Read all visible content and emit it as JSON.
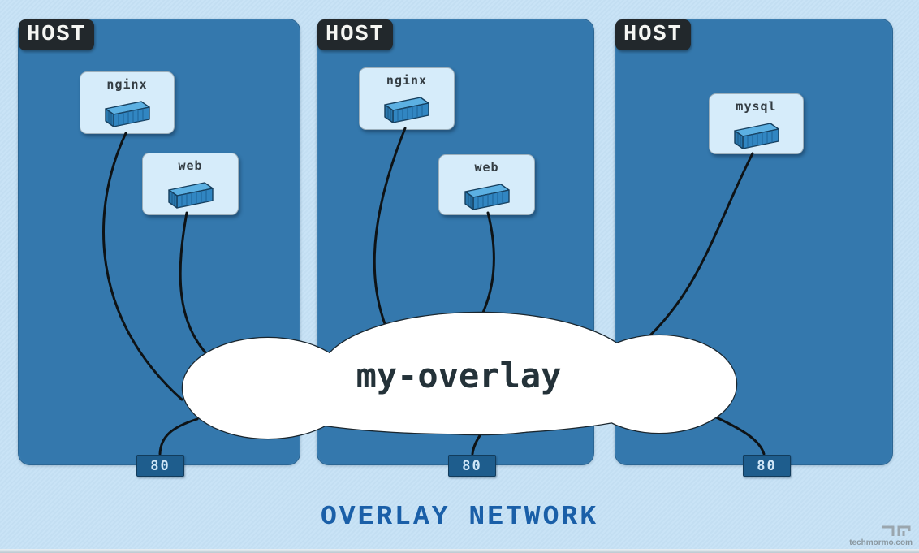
{
  "diagram": {
    "title": "OVERLAY NETWORK",
    "watermark": "techmormo.com",
    "cloud_label": "my-overlay",
    "hosts": [
      {
        "label": "HOST",
        "port": "80",
        "containers": [
          "nginx",
          "web"
        ]
      },
      {
        "label": "HOST",
        "port": "80",
        "containers": [
          "nginx",
          "web"
        ]
      },
      {
        "label": "HOST",
        "port": "80",
        "containers": [
          "mysql"
        ]
      }
    ],
    "colors": {
      "background": "#c6e2f6",
      "host_fill": "#3478ad",
      "host_tag_bg": "#22282c",
      "card_bg": "#d6ecfa",
      "port_badge_bg": "#1e5d8d",
      "port_badge_text": "#cfe6f7",
      "cloud_fill": "#ffffff",
      "line": "#0e1316",
      "title_text": "#1a5fa8",
      "container_icon_blue": "#3186c2"
    }
  }
}
